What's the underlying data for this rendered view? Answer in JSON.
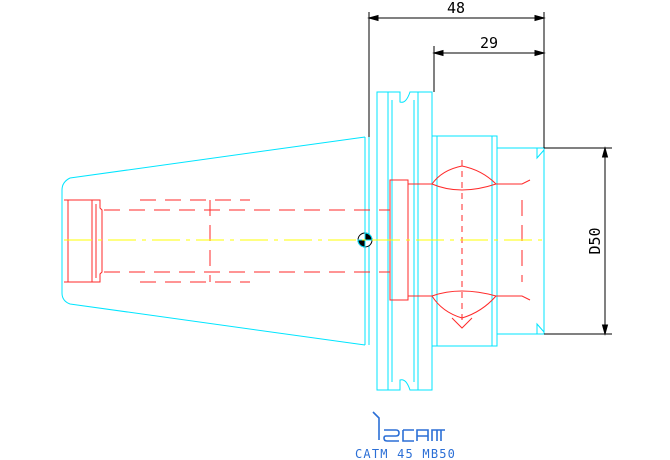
{
  "dimensions": {
    "overall_length": "48",
    "flange_length": "29",
    "diameter": "D50"
  },
  "branding": {
    "logo_text": "iscar",
    "model_code": "CATM 45 MB50"
  },
  "colors": {
    "background": "#ffffff",
    "outline": "#00e5ff",
    "hidden": "#ff2a2a",
    "centerline": "#ffff00",
    "dimension": "#000000",
    "caption": "#2b6fd6"
  }
}
